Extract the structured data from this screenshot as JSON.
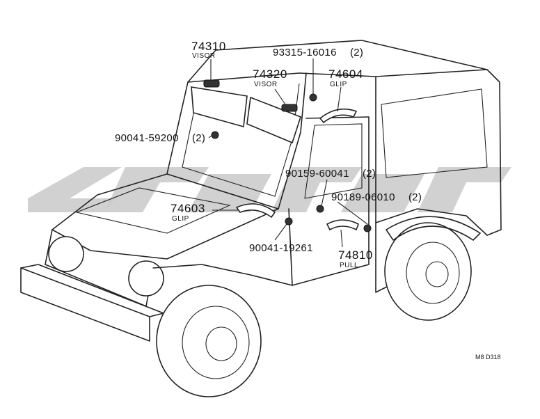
{
  "parts": [
    {
      "number": "74310",
      "name": "VISOR"
    },
    {
      "number": "74320",
      "name": "VISOR"
    },
    {
      "number": "93315-16016",
      "qty": "(2)"
    },
    {
      "number": "74604",
      "name": "GLIP"
    },
    {
      "number": "90041-59200",
      "qty": "(2)"
    },
    {
      "number": "90159-60041",
      "qty": "(2)"
    },
    {
      "number": "90189-06010",
      "qty": "(2)"
    },
    {
      "number": "74603",
      "name": "GLIP"
    },
    {
      "number": "90041-19261",
      "qty": ""
    },
    {
      "number": "74810",
      "name": "PULL"
    }
  ],
  "diagram_code": "M8 D318",
  "colors": {
    "ink": "#222222",
    "watermark": "#c9c9c9",
    "background": "#ffffff"
  }
}
